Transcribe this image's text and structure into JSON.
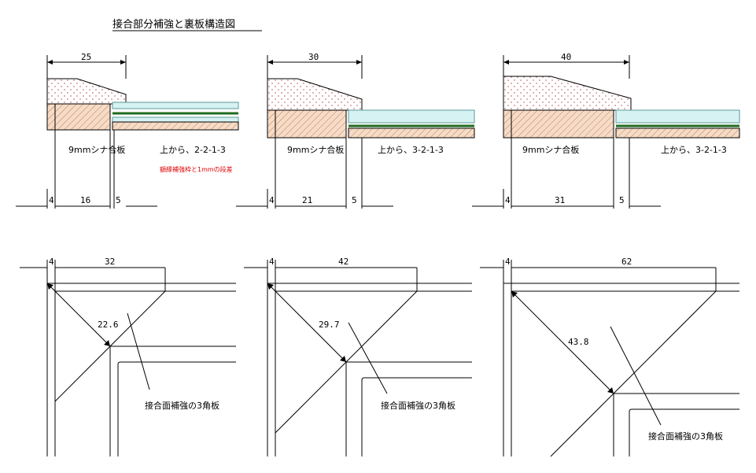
{
  "title": "接合部分補強と裏板構造図",
  "colors": {
    "wood_fill": "#f5dcc8",
    "wood_hatch": "#c87d50",
    "stipple": "#b04040",
    "glass": "#d6f2f2",
    "green": "#1f6b1f",
    "note": "#e00000"
  },
  "sections": [
    {
      "dim_top": "25",
      "plywood_label": "9mmシナ合板",
      "layer_label": "上から、2-2-1-3",
      "note": "額縁補強枠と1mmの段差",
      "dim_left": "4",
      "dim_mid": "16",
      "dim_right": "5"
    },
    {
      "dim_top": "30",
      "plywood_label": "9mmシナ合板",
      "layer_label": "上から、3-2-1-3",
      "dim_left": "4",
      "dim_mid": "21",
      "dim_right": "5"
    },
    {
      "dim_top": "40",
      "plywood_label": "9mmシナ合板",
      "layer_label": "上から、3-2-1-3",
      "dim_left": "4",
      "dim_mid": "31",
      "dim_right": "5"
    }
  ],
  "corners": [
    {
      "dim_left": "4",
      "dim_top": "32",
      "diagonal": "22.6",
      "label": "接合面補強の3角板"
    },
    {
      "dim_left": "4",
      "dim_top": "42",
      "diagonal": "29.7",
      "label": "接合面補強の3角板"
    },
    {
      "dim_left": "4",
      "dim_top": "62",
      "diagonal": "43.8",
      "label": "接合面補強の3角板"
    }
  ]
}
